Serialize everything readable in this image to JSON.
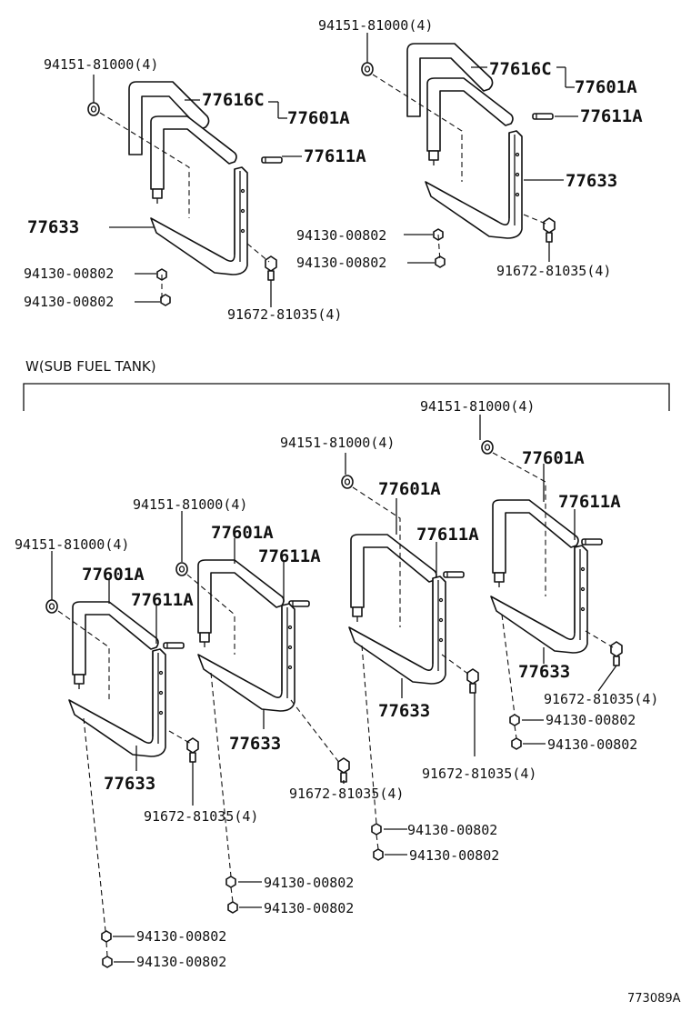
{
  "section_title": "W(SUB FUEL TANK)",
  "figure_id": "773089A",
  "parts": {
    "clip_nut": "94151-81000(4)",
    "band_cover": "77616C",
    "band_assy": "77601A",
    "pin": "77611A",
    "bracket": "77633",
    "nut": "94130-00802",
    "bolt": "91672-81035(4)"
  }
}
